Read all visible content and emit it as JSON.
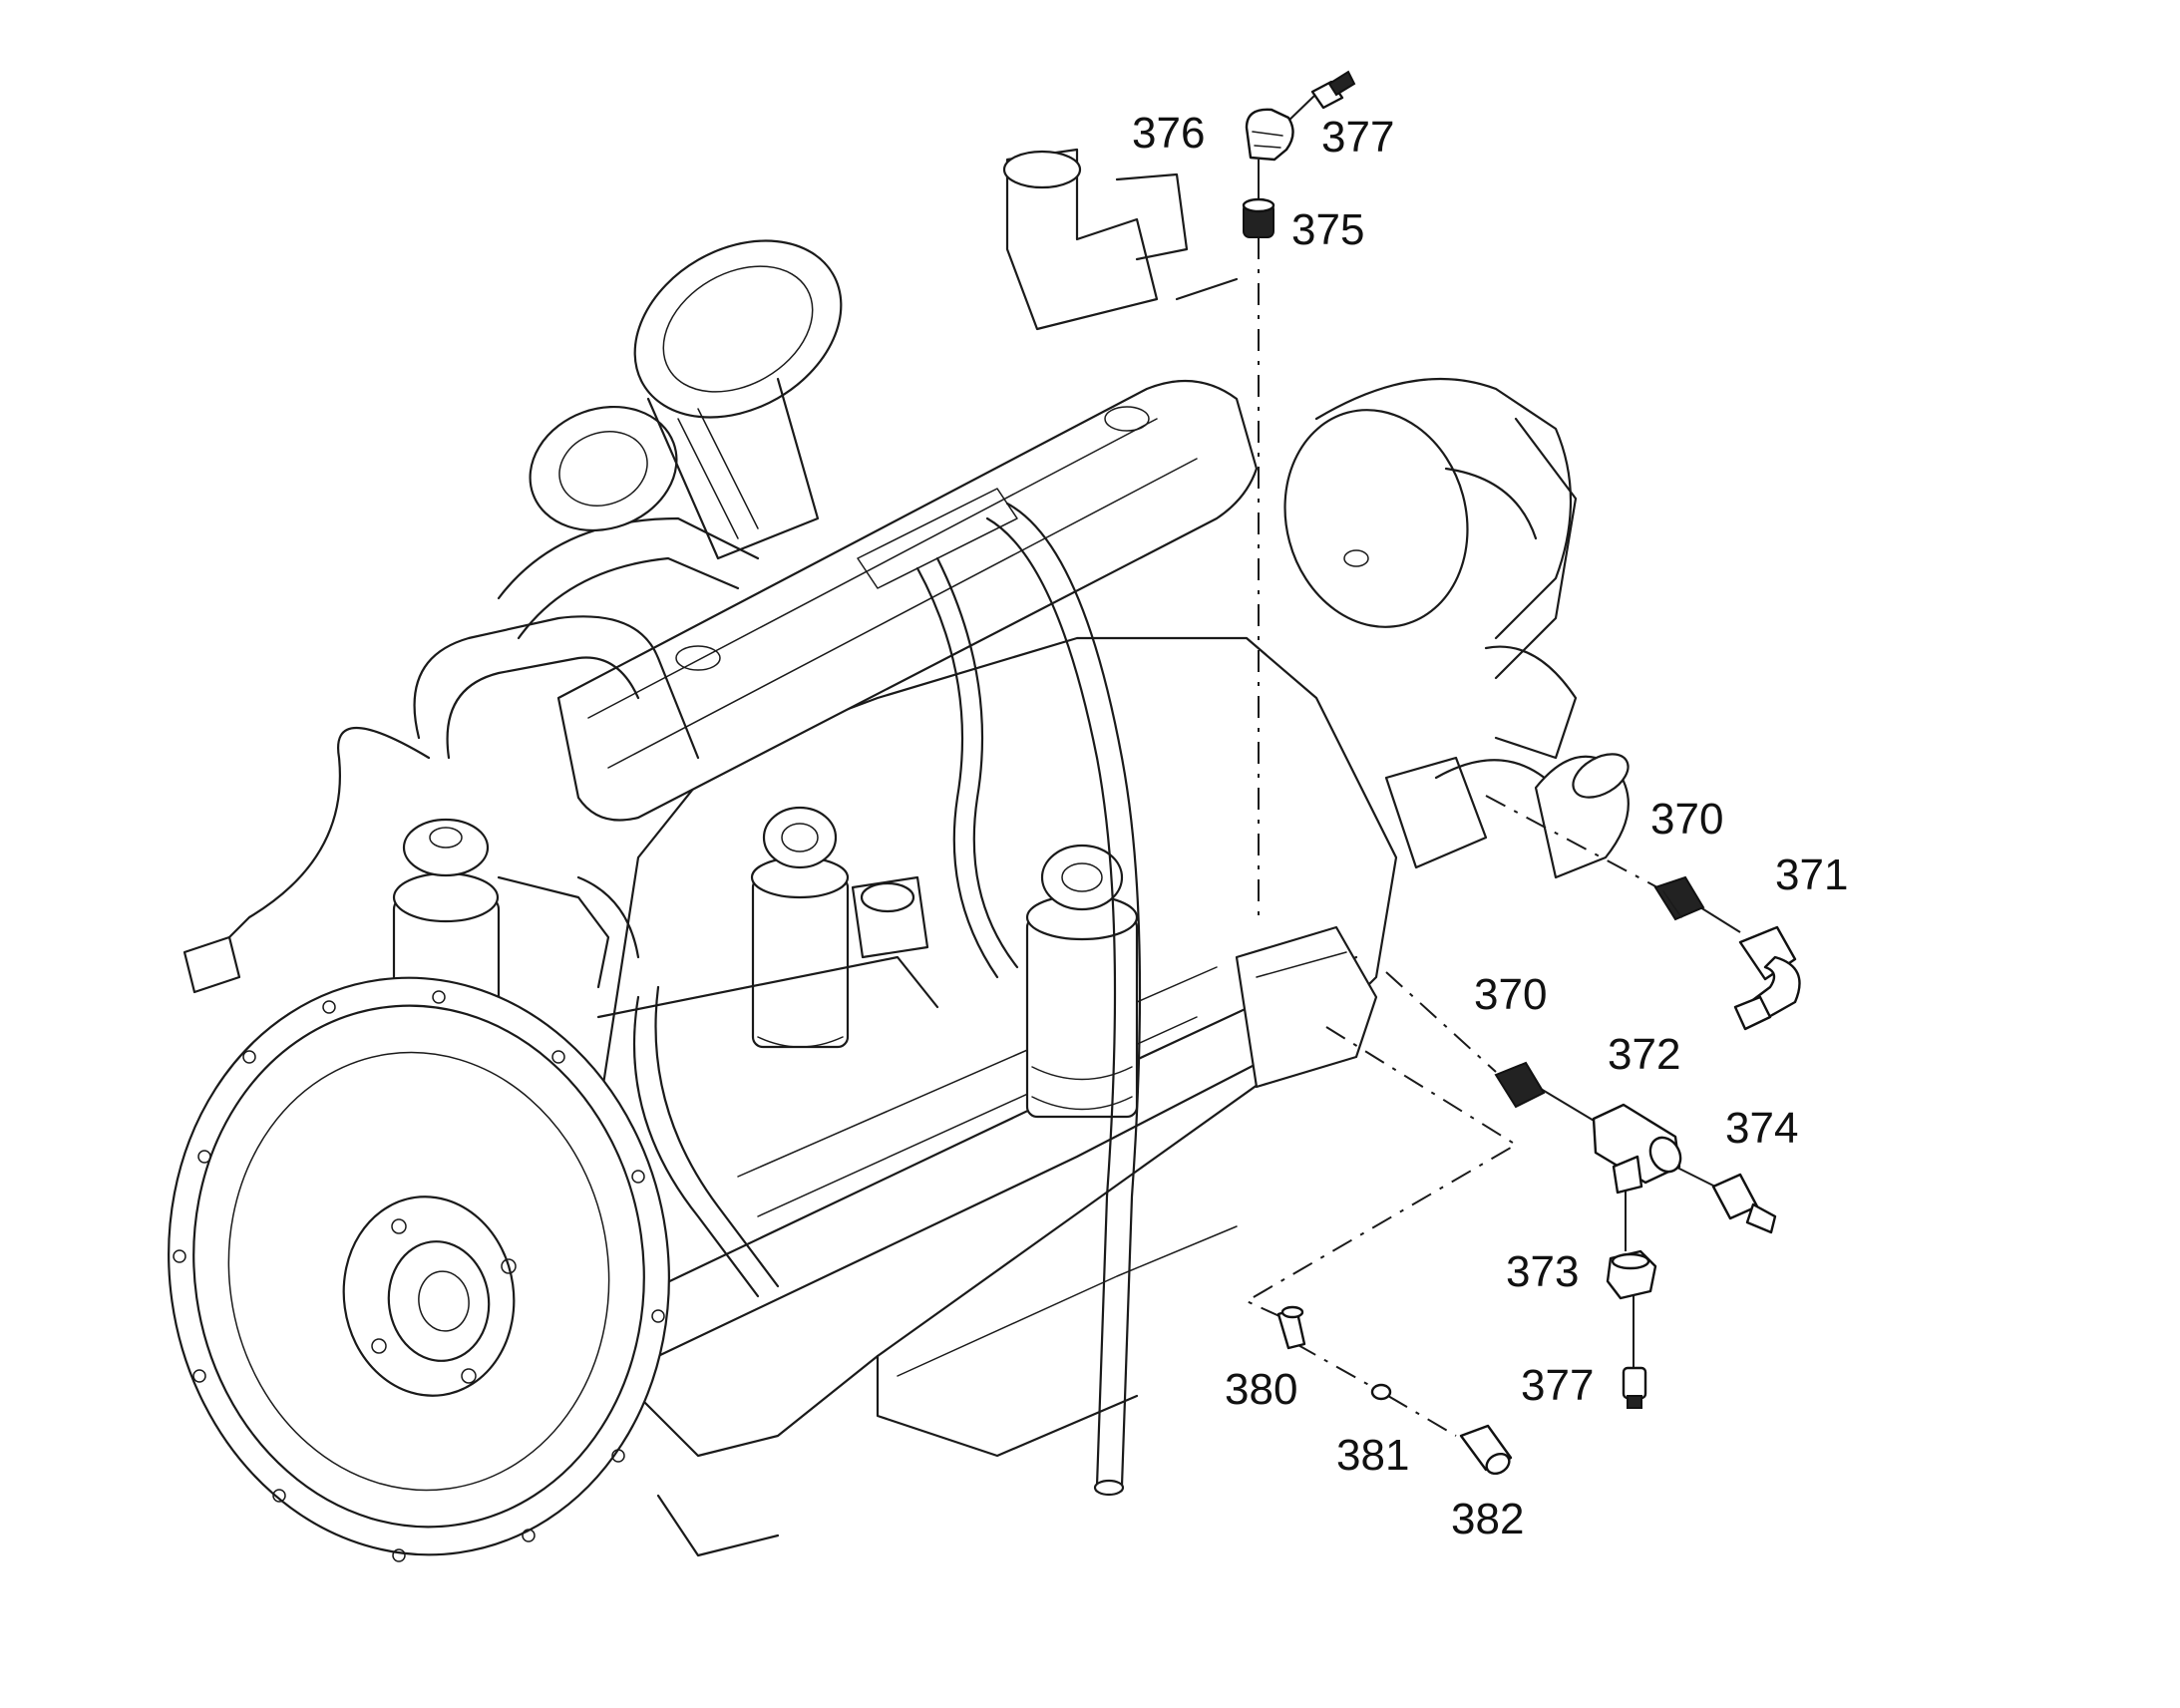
{
  "diagram": {
    "type": "exploded-parts-diagram",
    "callouts": [
      {
        "id": "376",
        "text": "376"
      },
      {
        "id": "377-top",
        "text": "377"
      },
      {
        "id": "375",
        "text": "375"
      },
      {
        "id": "370-a",
        "text": "370"
      },
      {
        "id": "371",
        "text": "371"
      },
      {
        "id": "370-b",
        "text": "370"
      },
      {
        "id": "372",
        "text": "372"
      },
      {
        "id": "374",
        "text": "374"
      },
      {
        "id": "373",
        "text": "373"
      },
      {
        "id": "377-bottom",
        "text": "377"
      },
      {
        "id": "380",
        "text": "380"
      },
      {
        "id": "381",
        "text": "381"
      },
      {
        "id": "382",
        "text": "382"
      }
    ]
  },
  "colors": {
    "line": "#1a1a1a",
    "background": "#ffffff"
  }
}
